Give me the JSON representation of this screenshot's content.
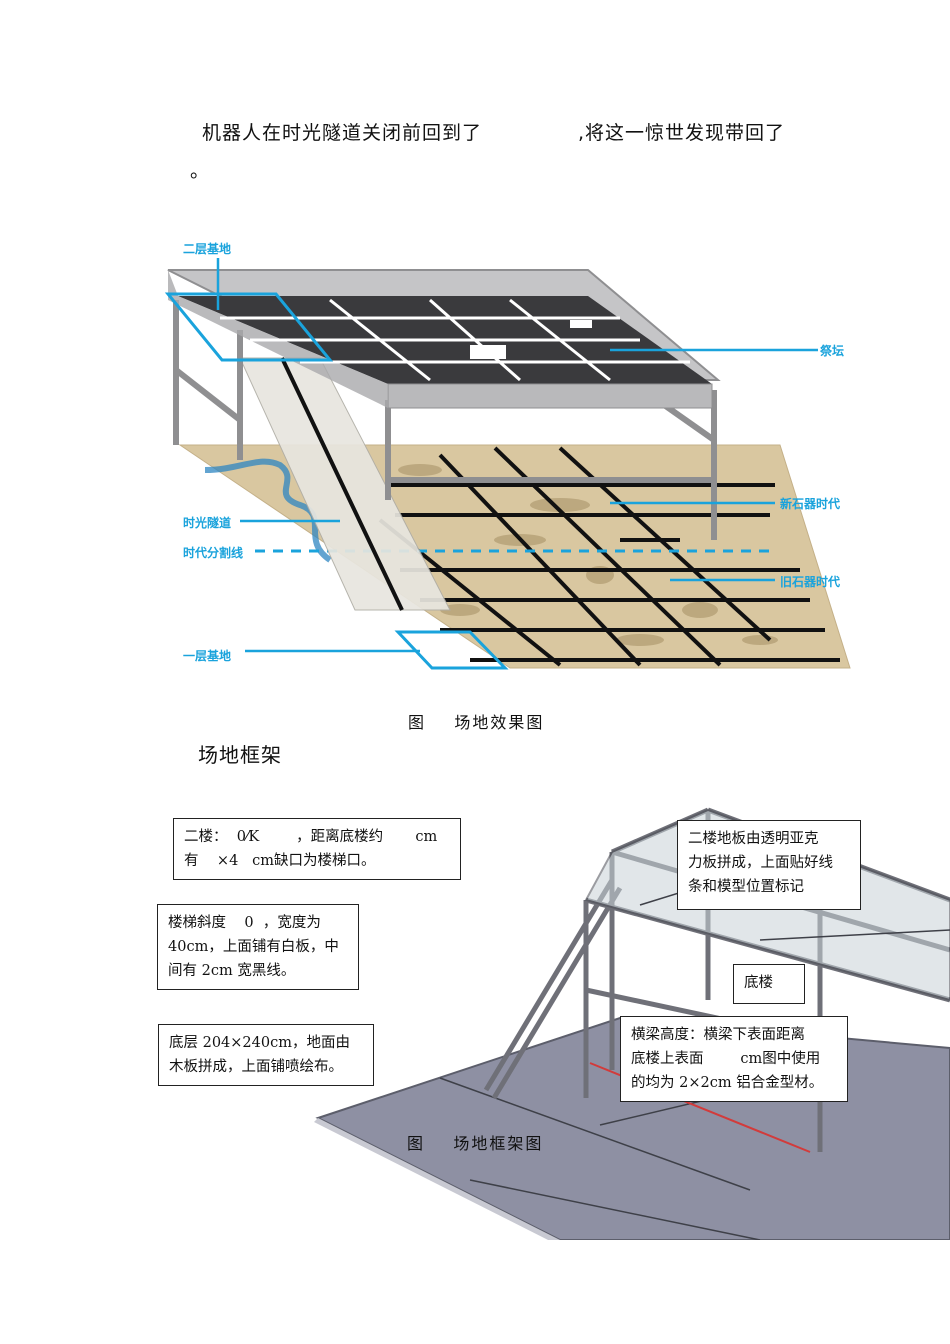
{
  "intro": {
    "line1_part1": "机器人在时光隧道关闭前回到了",
    "line1_part2": ",将这一惊世发现带回了",
    "line2": "。"
  },
  "figure1": {
    "labels": {
      "second_floor_base": "二层基地",
      "altar": "祭坛",
      "neolithic": "新石器时代",
      "time_tunnel": "时光隧道",
      "era_divider": "时代分割线",
      "paleolithic": "旧石器时代",
      "first_floor_base": "一层基地"
    },
    "caption": "图    场地效果图",
    "colors": {
      "callout": "#1aa3dc",
      "deck": "#3a3a3d",
      "frame": "#9a9a9c",
      "floor": "#d9c7a0"
    }
  },
  "section_heading": "场地框架",
  "figure2": {
    "notes": {
      "second_floor": [
        "二楼：  0⁄K        ，距离底楼约       cm",
        "有    ×4   cm缺口为楼梯口。"
      ],
      "stairs": [
        "楼梯斜度    0  ，宽度为",
        "40cm，上面铺有白板，中",
        "间有 2cm 宽黑线。"
      ],
      "ground_floor": [
        "底层 204×240cm，地面由",
        "木板拼成，上面铺喷绘布。"
      ],
      "acrylic": [
        "二楼地板由透明亚克",
        "力板拼成，上面贴好线",
        "条和模型位置标记"
      ],
      "ground_tag": [
        "底楼"
      ],
      "beam": [
        "横梁高度：横梁下表面距离",
        "底楼上表面        cm图中使用",
        "的均为 2×2cm 铝合金型材。"
      ]
    },
    "caption": "图    场地框架图"
  }
}
